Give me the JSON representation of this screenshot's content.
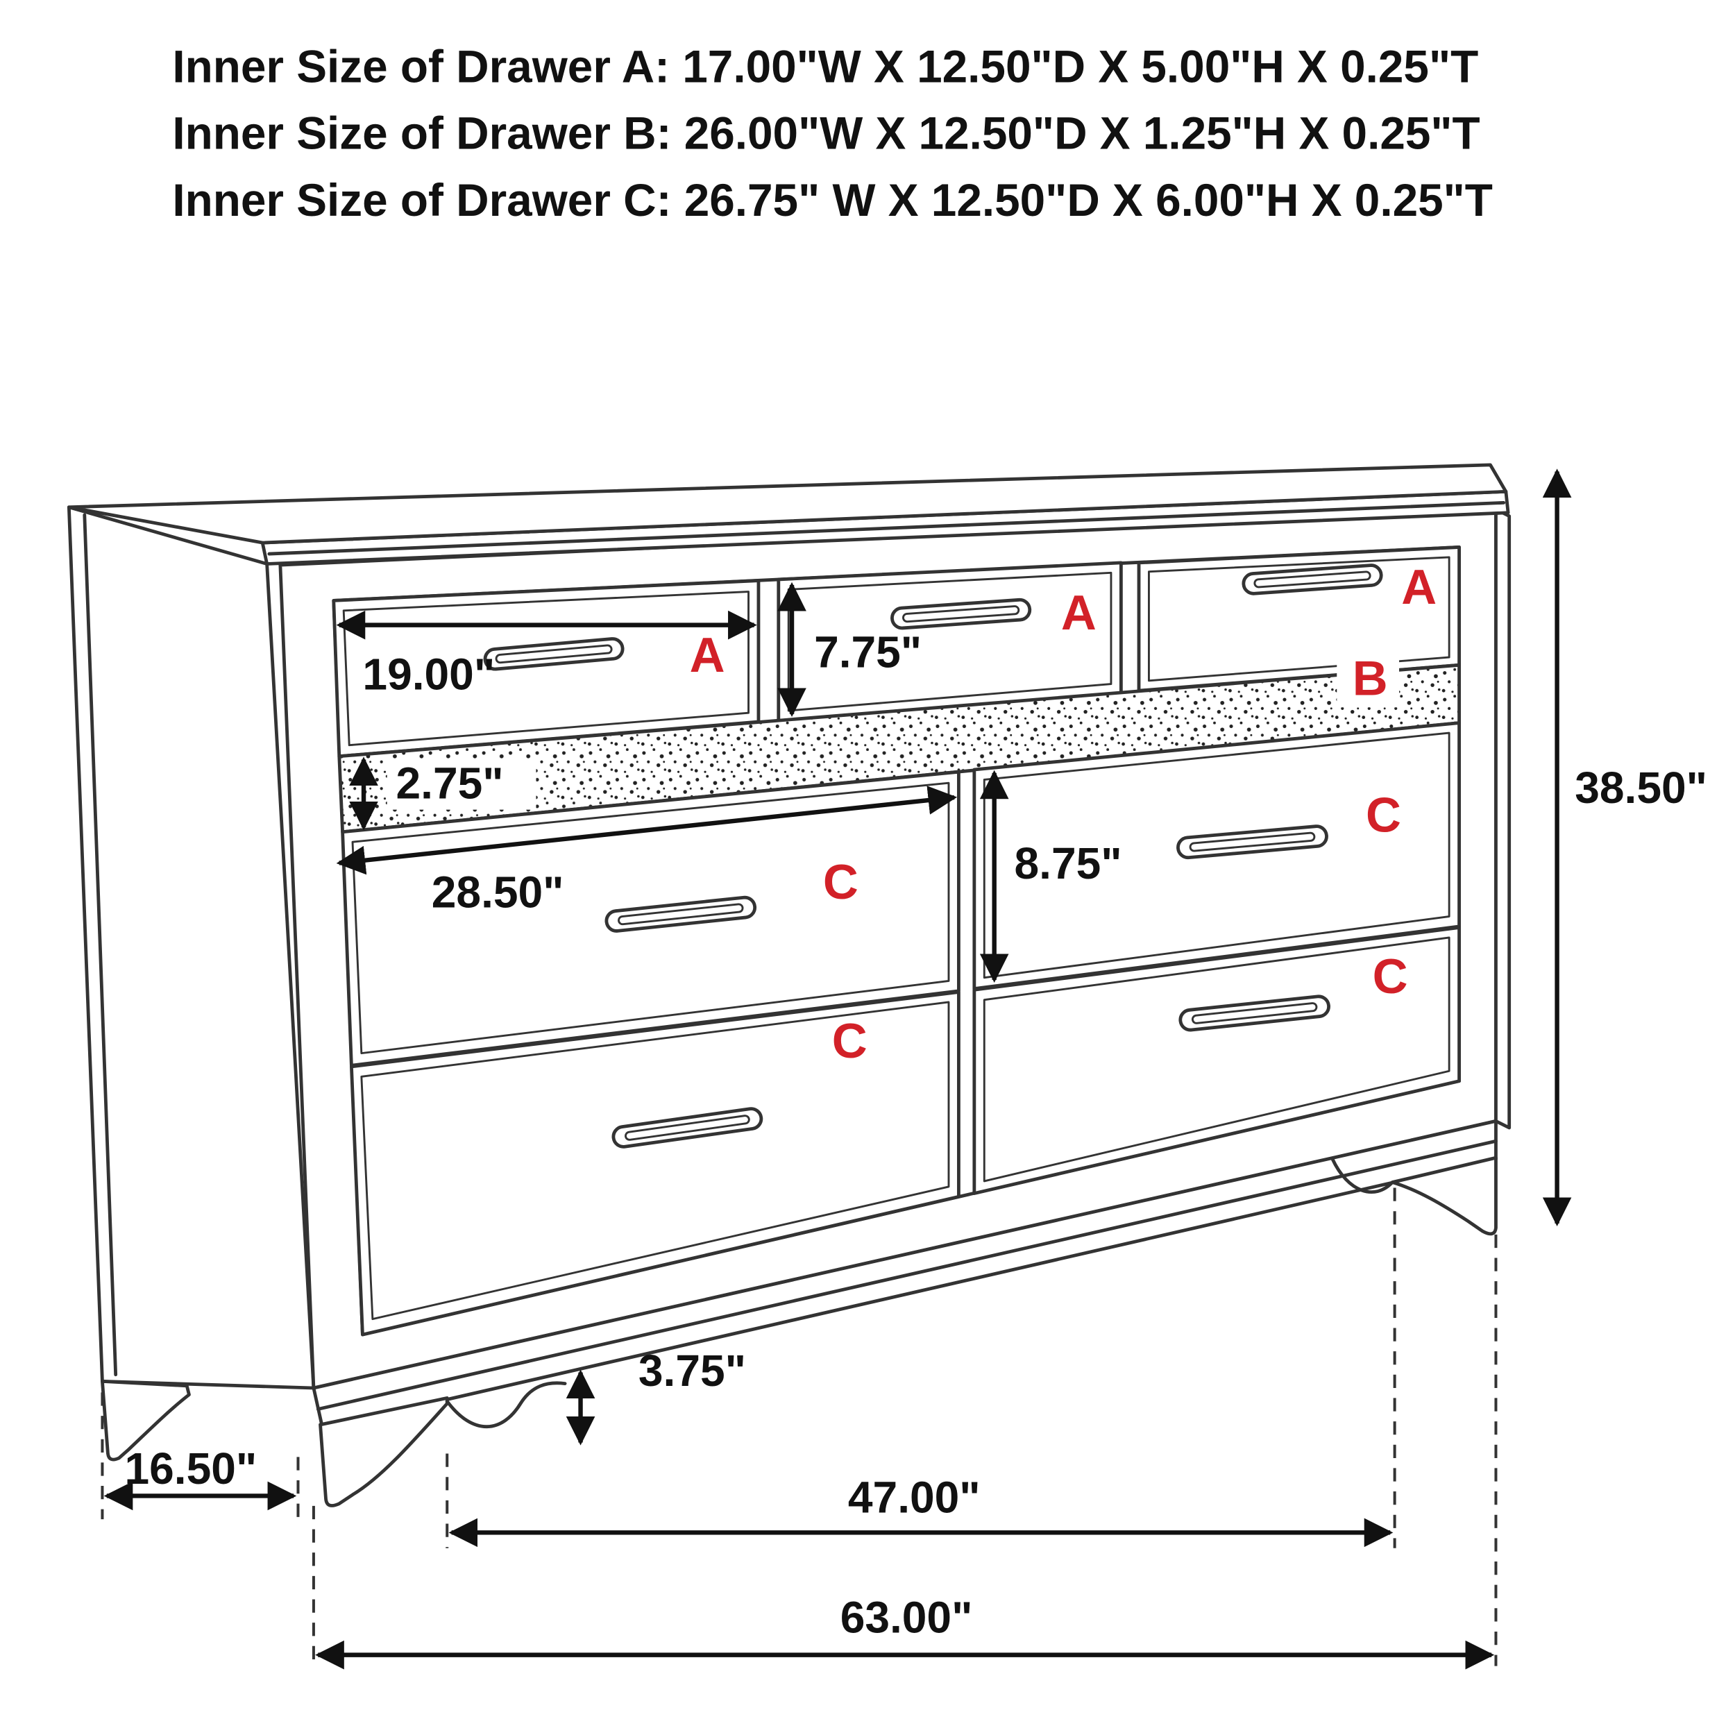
{
  "header": {
    "lines": [
      "Inner Size of Drawer A: 17.00\"W X 12.50\"D X 5.00\"H X 0.25\"T",
      "Inner Size of Drawer B: 26.00\"W X 12.50\"D X 1.25\"H X 0.25\"T",
      "Inner Size of Drawer C: 26.75\" W X 12.50\"D X 6.00\"H X 0.25\"T"
    ]
  },
  "diagram": {
    "labels": {
      "a": "A",
      "b": "B",
      "c": "C"
    },
    "dimensions": {
      "drawer_a_width": "19.00\"",
      "drawer_a_front_height": "7.75\"",
      "drawer_b_front_height": "2.75\"",
      "drawer_c_width": "28.50\"",
      "drawer_c_front_height": "8.75\"",
      "overall_height": "38.50\"",
      "foot_height": "3.75\"",
      "overall_depth": "16.50\"",
      "leg_span": "47.00\"",
      "overall_width": "63.00\""
    },
    "colors": {
      "line": "#333333",
      "dimension_text": "#111111",
      "drawer_label": "#d22128",
      "background": "#ffffff"
    }
  }
}
